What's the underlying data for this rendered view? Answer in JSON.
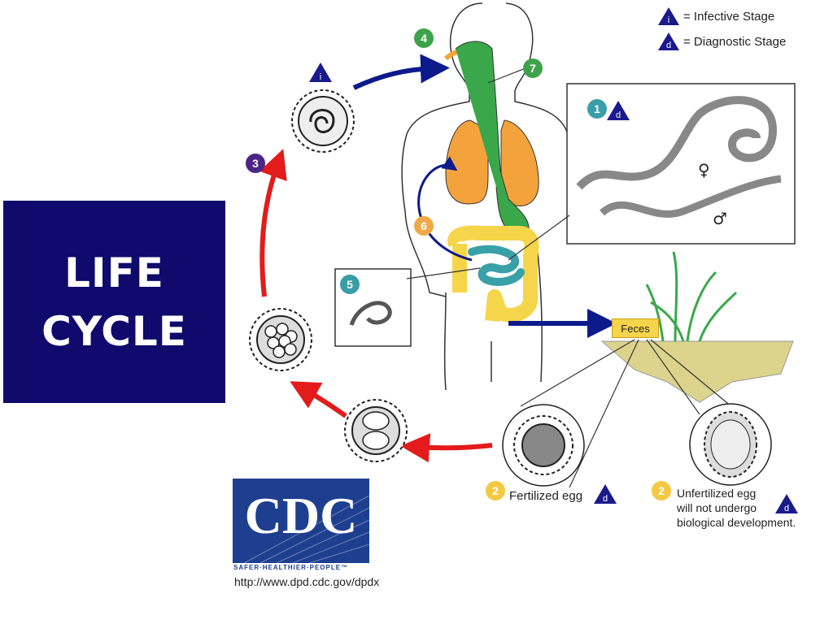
{
  "title": {
    "line1": "LIFE",
    "line2": "CYCLE"
  },
  "legend": [
    {
      "icon": "i",
      "text": "= Infective Stage",
      "color": "#1a1a8c"
    },
    {
      "icon": "d",
      "text": "= Diagnostic Stage",
      "color": "#1a1a8c"
    }
  ],
  "stages": [
    {
      "number": "1",
      "color": "#3a9ea8"
    },
    {
      "number": "2",
      "color": "#f5c842"
    },
    {
      "number": "3",
      "color": "#4b2585"
    },
    {
      "number": "4",
      "color": "#3da34a"
    },
    {
      "number": "5",
      "color": "#3a9ea8"
    },
    {
      "number": "6",
      "color": "#f0a848"
    },
    {
      "number": "7",
      "color": "#3da34a"
    }
  ],
  "labels": {
    "feces": "Feces",
    "fertilized_egg": "Fertilized egg",
    "unfertilized_line1": "Unfertilized egg",
    "unfertilized_line2": "will not undergo",
    "unfertilized_line3": "biological development.",
    "female_symbol": "♀",
    "male_symbol": "♂"
  },
  "logo": {
    "letters": "CDC",
    "tagline": "SAFER·HEALTHIER·PEOPLE™",
    "url": "http://www.dpd.cdc.gov/dpdx"
  },
  "colors": {
    "title_bg": "#0f0a6b",
    "red_arrow": "#e31b1b",
    "blue_arrow": "#0d1a8c",
    "lung": "#f4a33c",
    "esophagus": "#3aa84a",
    "intestine": "#3aa0a8",
    "colon": "#f5d54a"
  }
}
